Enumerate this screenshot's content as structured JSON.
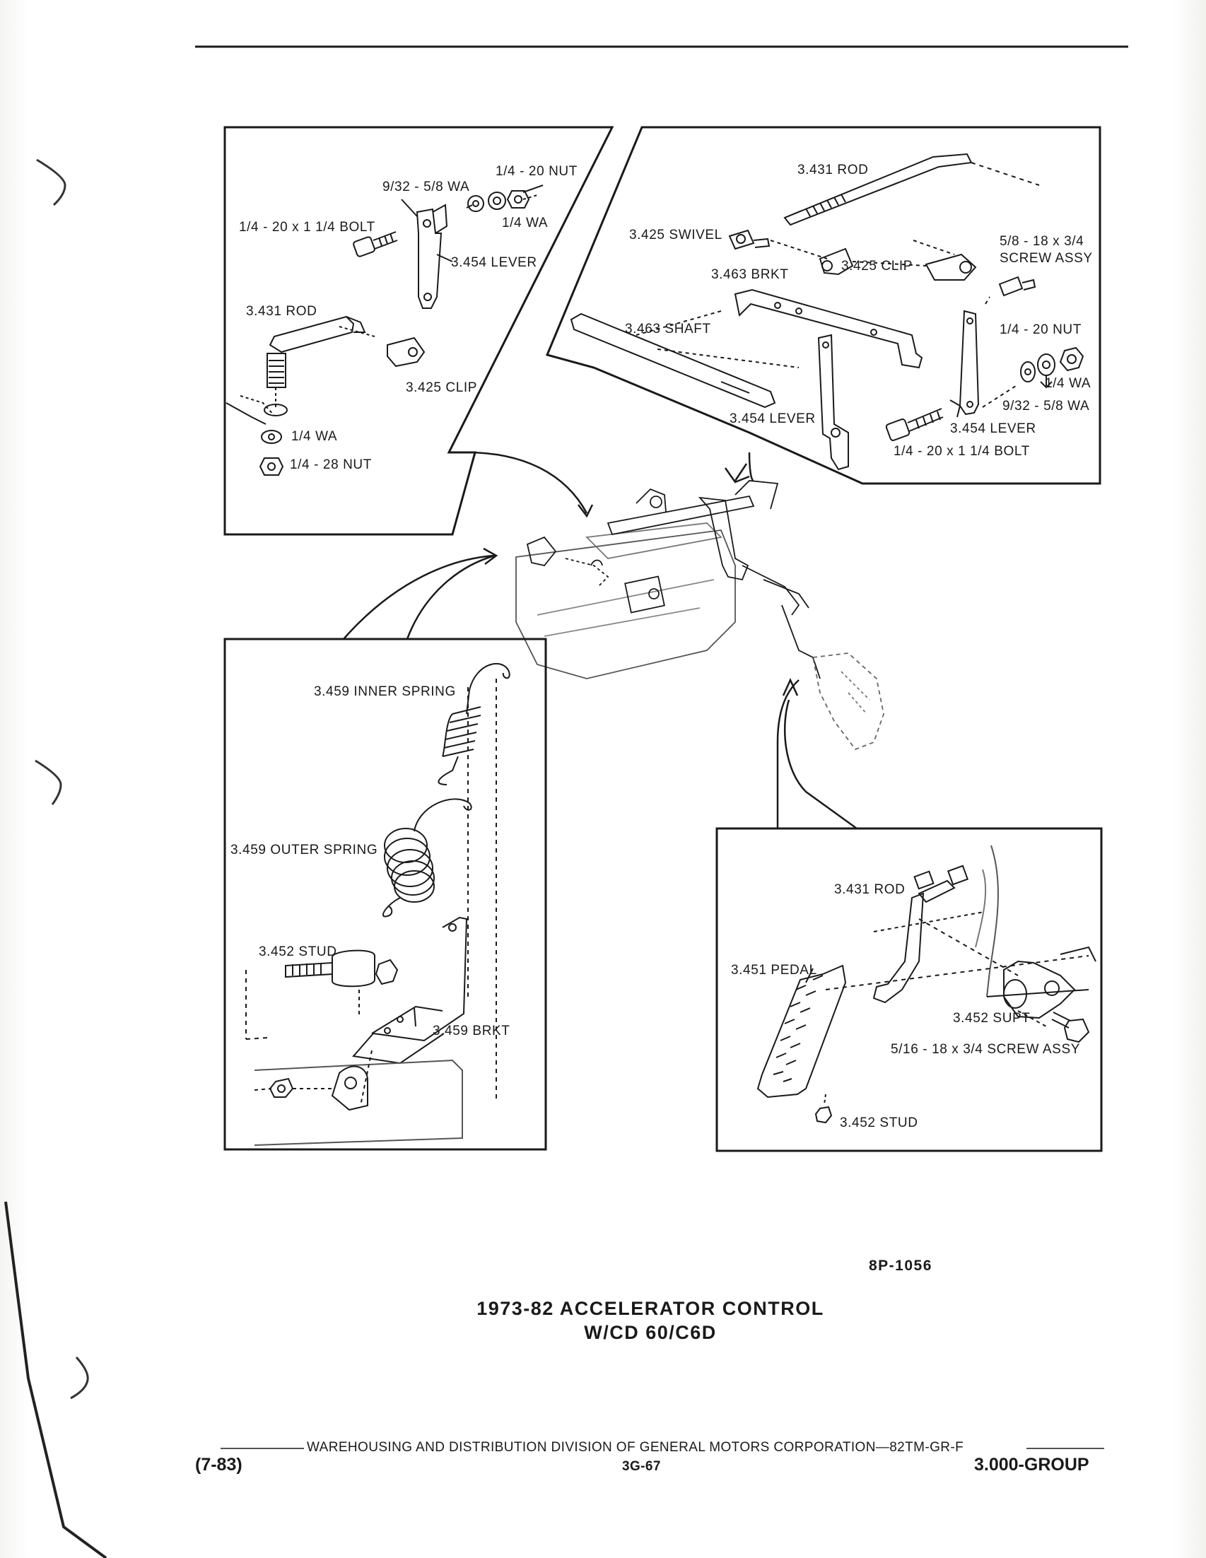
{
  "callouts": {
    "top_left": {
      "nut_top": "1/4 - 20 NUT",
      "wa_large": "9/32 - 5/8 WA",
      "wa_small": "1/4 WA",
      "bolt": "1/4 - 20 x 1 1/4 BOLT",
      "lever": "3.454 LEVER",
      "rod": "3.431 ROD",
      "clip": "3.425 CLIP",
      "wa_bottom": "1/4 WA",
      "nut_bottom": "1/4 - 28 NUT"
    },
    "top_right": {
      "rod": "3.431 ROD",
      "swivel": "3.425 SWIVEL",
      "screw": "5/8 - 18 x 3/4",
      "screw_line2": "SCREW ASSY",
      "clip": "3.425 CLIP",
      "brkt": "3.463 BRKT",
      "shaft": "3.463 SHAFT",
      "nut": "1/4 - 20 NUT",
      "wa_small": "1/4 WA",
      "wa_large": "9/32 - 5/8 WA",
      "lever_left": "3.454 LEVER",
      "lever_right": "3.454 LEVER",
      "bolt": "1/4 - 20 x 1 1/4 BOLT"
    },
    "bottom_left": {
      "inner_spring": "3.459 INNER SPRING",
      "outer_spring": "3.459 OUTER SPRING",
      "stud": "3.452 STUD",
      "brkt": "3.459 BRKT"
    },
    "bottom_right": {
      "rod": "3.431 ROD",
      "pedal": "3.451 PEDAL",
      "supt": "3.452 SUPT",
      "screw": "5/16 - 18 x 3/4 SCREW ASSY",
      "stud": "3.452 STUD"
    }
  },
  "figure_code": "8P-1056",
  "title_line1": "1973-82 ACCELERATOR CONTROL",
  "title_line2": "W/CD 60/C6D",
  "footer": {
    "division": "WAREHOUSING AND DISTRIBUTION  DIVISION OF GENERAL MOTORS CORPORATION—82TM-GR-F",
    "date": "(7-83)",
    "page": "3G-67",
    "group": "3.000-GROUP"
  }
}
